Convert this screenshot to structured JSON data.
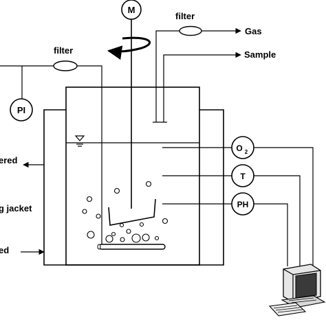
{
  "labels": {
    "motor": "M",
    "filter_top": "filter",
    "gas": "Gas",
    "sample": "Sample",
    "filter_left": "filter",
    "pressure": "PI",
    "oxygen": "O",
    "oxygen_subscript": "2",
    "temperature": "T",
    "ph": "PH",
    "jacket_outlet": "ered",
    "jacket": "g jacket",
    "jacket_inlet": "ed"
  },
  "icons": [
    "motor-icon",
    "rotation-arrow-icon",
    "liquid-level-icon",
    "computer-icon",
    "sparger-icon"
  ],
  "colors": {
    "line": "#000000",
    "background": "#ffffff"
  }
}
